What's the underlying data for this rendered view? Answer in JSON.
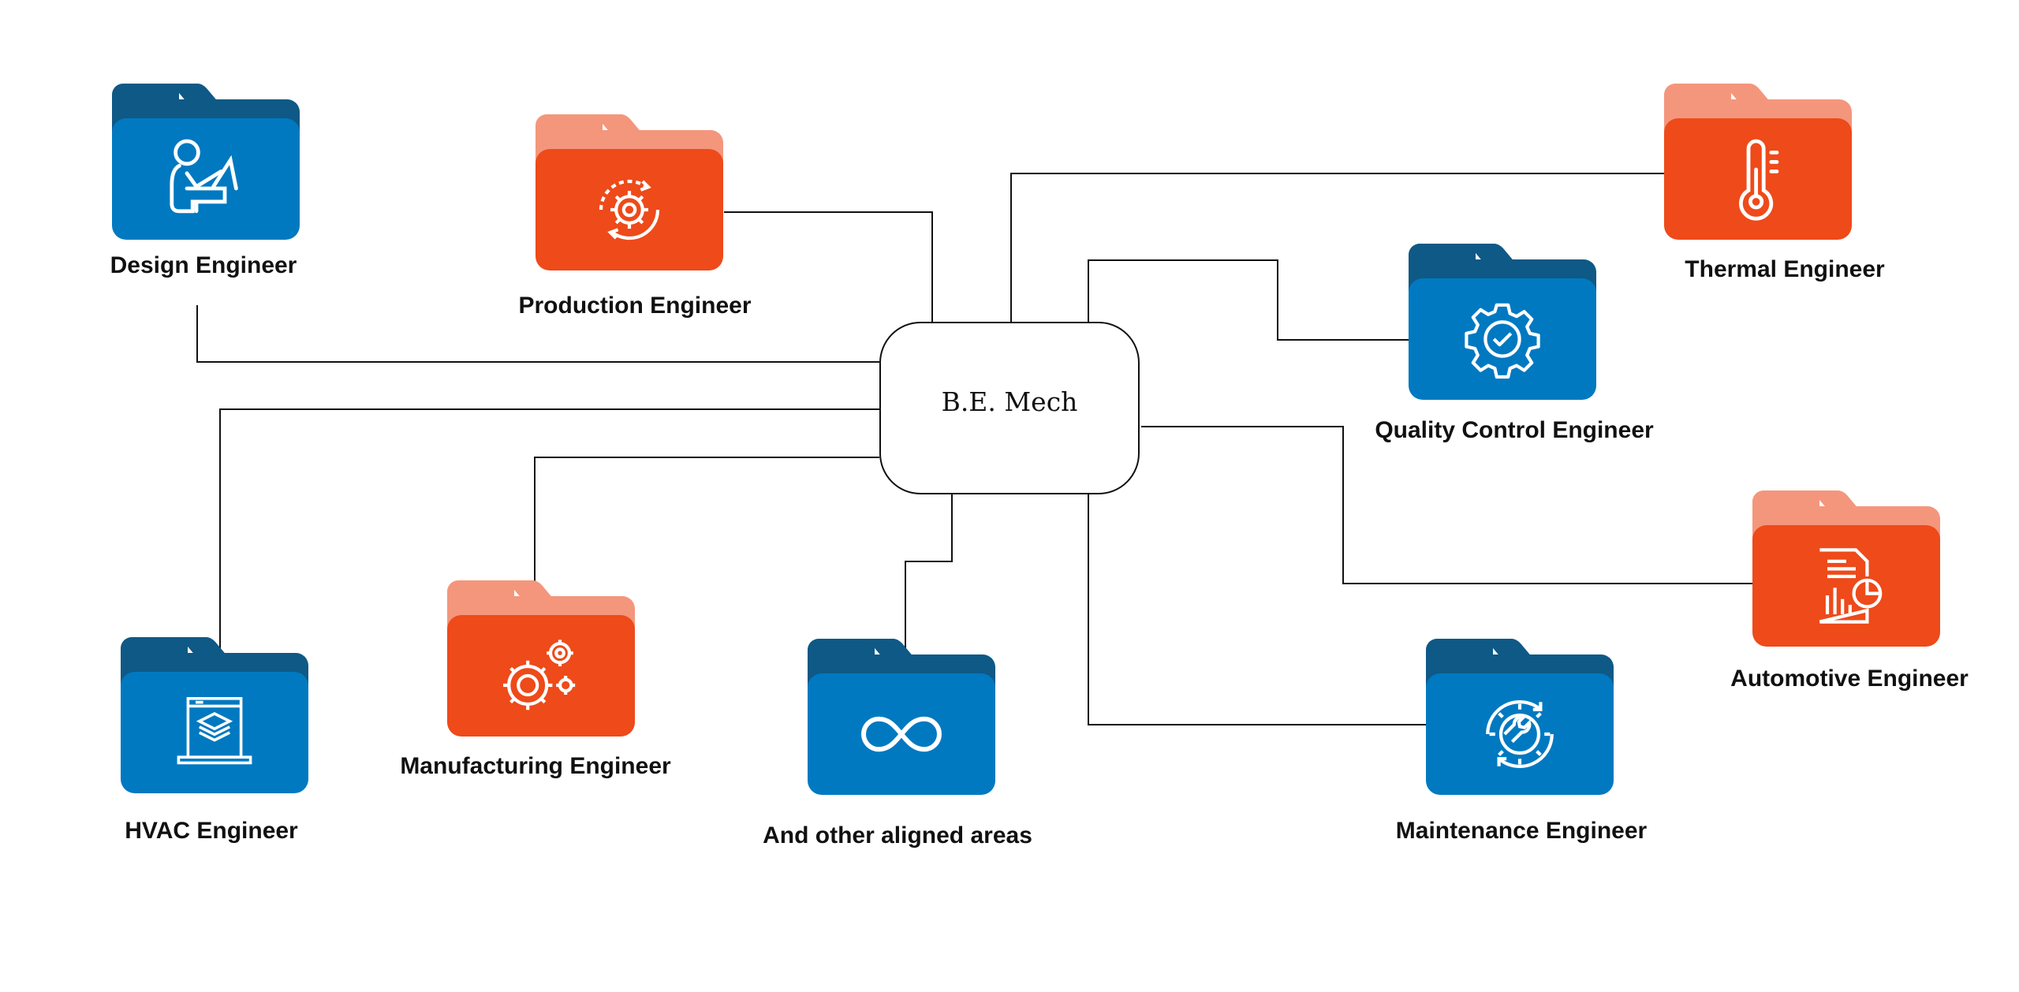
{
  "center": {
    "label": "B.E. Mech"
  },
  "nodes": {
    "design": {
      "label": "Design Engineer",
      "icon": "designer-at-desk-icon",
      "color": "#0079c1"
    },
    "production": {
      "label": "Production Engineer",
      "icon": "gear-cycle-icon",
      "color": "#ee4a1a"
    },
    "thermal": {
      "label": "Thermal Engineer",
      "icon": "thermometer-icon",
      "color": "#ee4a1a"
    },
    "quality": {
      "label": "Quality Control Engineer",
      "icon": "gear-check-icon",
      "color": "#0079c1"
    },
    "automotive": {
      "label": "Automotive Engineer",
      "icon": "report-chart-icon",
      "color": "#ee4a1a"
    },
    "maintenance": {
      "label": "Maintenance Engineer",
      "icon": "gear-wrench-icon",
      "color": "#0079c1"
    },
    "other": {
      "label": "And other aligned areas",
      "icon": "infinity-icon",
      "color": "#0079c1"
    },
    "manufacturing": {
      "label": "Manufacturing Engineer",
      "icon": "gears-icon",
      "color": "#ee4a1a"
    },
    "hvac": {
      "label": "HVAC Engineer",
      "icon": "laptop-layers-icon",
      "color": "#0079c1"
    }
  }
}
